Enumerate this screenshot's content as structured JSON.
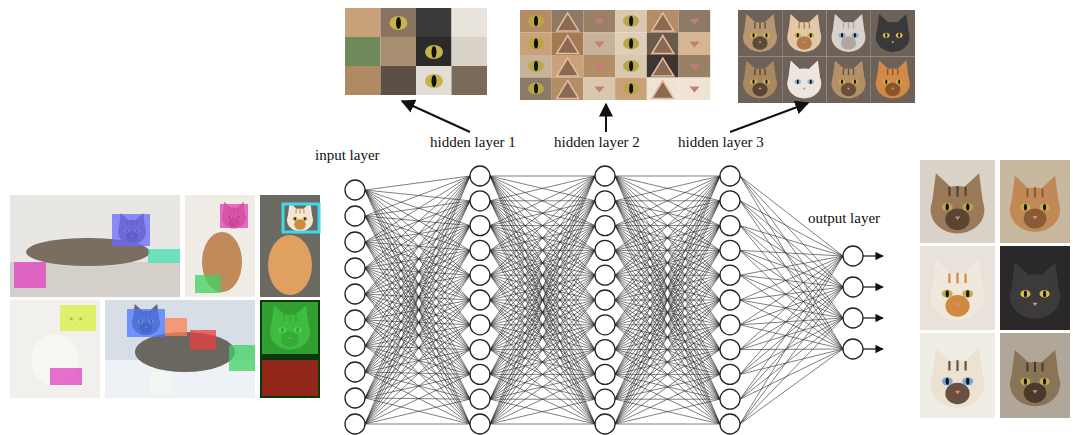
{
  "diagram": {
    "labels": [
      "input layer",
      "hidden layer 1",
      "hidden layer 2",
      "hidden layer 3",
      "output layer"
    ]
  }
}
